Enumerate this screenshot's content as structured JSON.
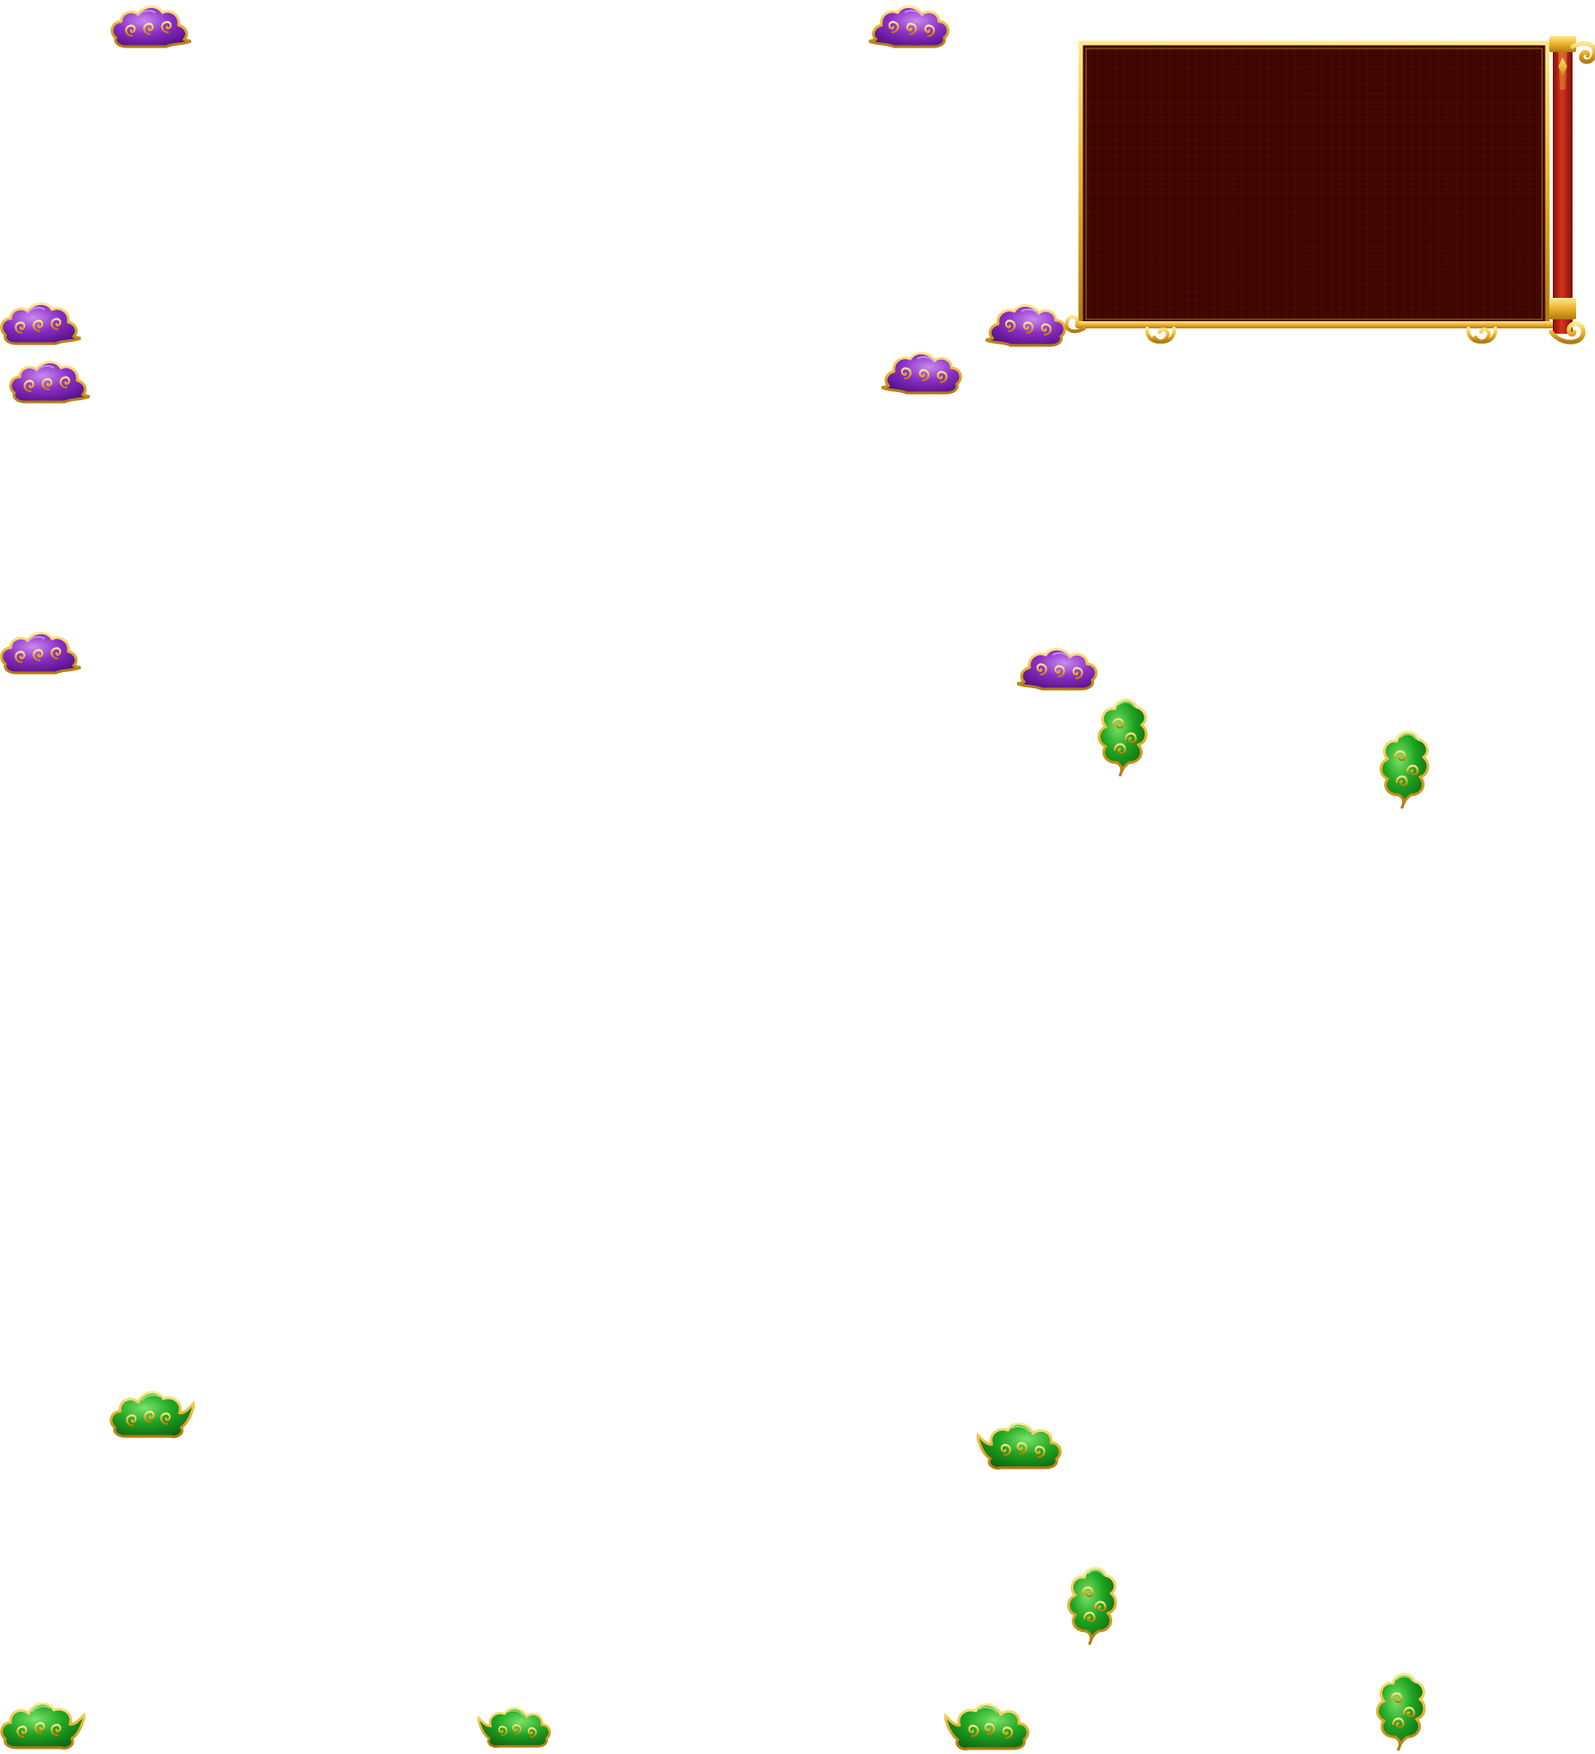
{
  "sheet": {
    "background": "#ffffff"
  },
  "palette": {
    "purple_cloud_fill": "#8a2fc6",
    "purple_cloud_light": "#b46ae6",
    "purple_cloud_dark": "#5d128f",
    "green_cloud_fill": "#1fa522",
    "green_cloud_light": "#52d44a",
    "green_cloud_dark": "#0b6a12",
    "gold_outline": "#e9b22c",
    "gold_highlight": "#ffe07a",
    "panel_fill": "#3f0600",
    "panel_pillar": "#c0271a"
  },
  "sprites": {
    "purple_clouds": 8,
    "green_clouds_horizontal": 5,
    "green_clouds_vertical": 4,
    "frames": 1
  }
}
